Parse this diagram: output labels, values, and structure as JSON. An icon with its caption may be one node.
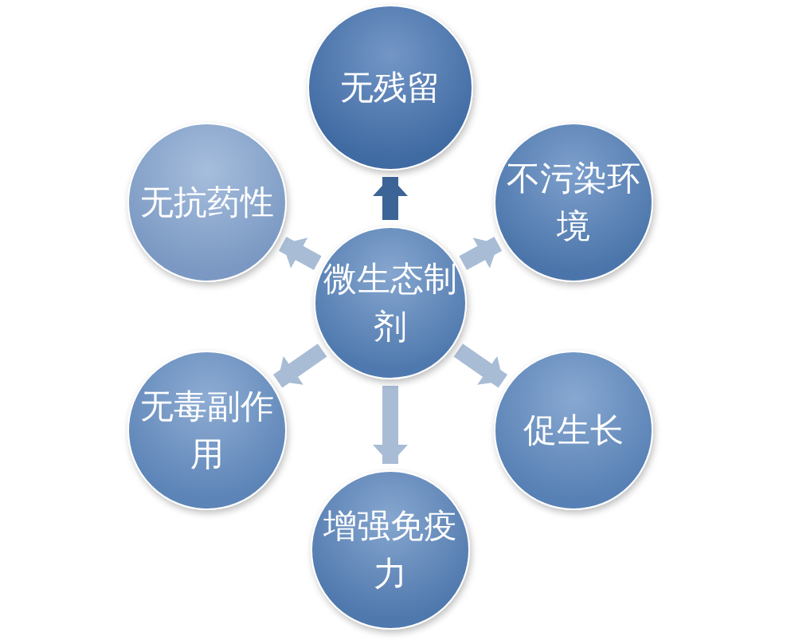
{
  "diagram": {
    "nodes": [
      {
        "text": [
          "微生态制剂"
        ]
      },
      {
        "text": [
          "无残留"
        ]
      },
      {
        "text": [
          "不污染环境"
        ]
      },
      {
        "text": [
          "促生长"
        ]
      },
      {
        "text": [
          "增强免疫力"
        ]
      },
      {
        "text": [
          "无毒副作用"
        ]
      },
      {
        "text": [
          "无抗药性"
        ]
      }
    ],
    "edges": [
      {
        "from": 0,
        "to": 1,
        "arrow": "to",
        "color": "#3d6497"
      },
      {
        "from": 0,
        "to": 2,
        "arrow": "to"
      },
      {
        "from": 0,
        "to": 3,
        "arrow": "to"
      },
      {
        "from": 0,
        "to": 4,
        "arrow": "to"
      },
      {
        "from": 0,
        "to": 5,
        "arrow": "to"
      },
      {
        "from": 0,
        "to": 6,
        "arrow": "to"
      }
    ]
  }
}
